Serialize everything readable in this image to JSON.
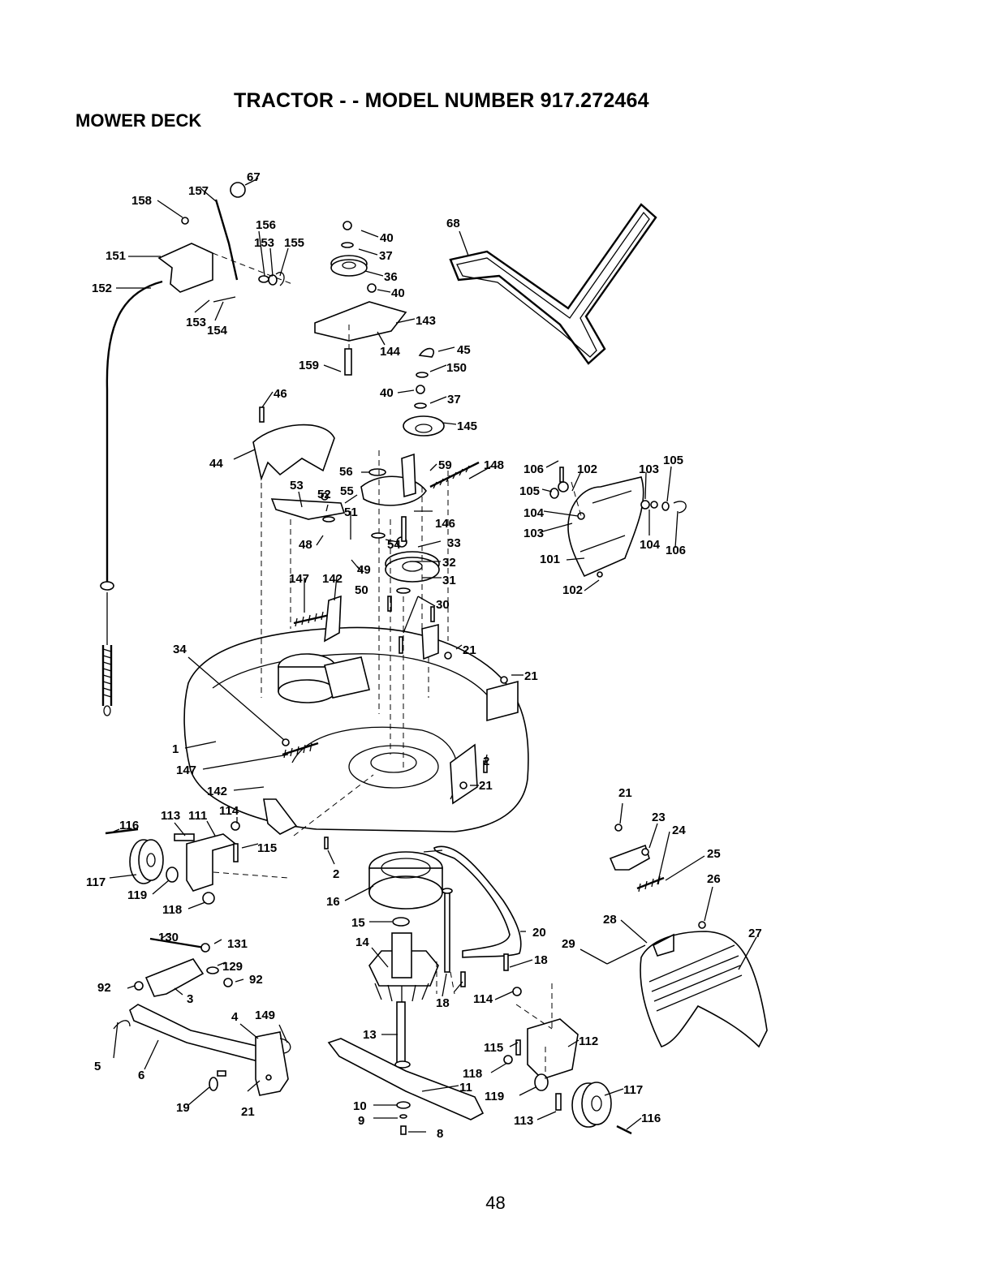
{
  "header": {
    "title": "TRACTOR - - MODEL NUMBER 917.272464",
    "section": "MOWER DECK"
  },
  "page_number": "48",
  "callouts": [
    {
      "id": "c67",
      "label": "67"
    },
    {
      "id": "c157",
      "label": "157"
    },
    {
      "id": "c158",
      "label": "158"
    },
    {
      "id": "c156",
      "label": "156"
    },
    {
      "id": "c151",
      "label": "151"
    },
    {
      "id": "c153a",
      "label": "153"
    },
    {
      "id": "c155",
      "label": "155"
    },
    {
      "id": "c152",
      "label": "152"
    },
    {
      "id": "c153b",
      "label": "153"
    },
    {
      "id": "c154",
      "label": "154"
    },
    {
      "id": "c40a",
      "label": "40"
    },
    {
      "id": "c37a",
      "label": "37"
    },
    {
      "id": "c36",
      "label": "36"
    },
    {
      "id": "c40b",
      "label": "40"
    },
    {
      "id": "c143",
      "label": "143"
    },
    {
      "id": "c144",
      "label": "144"
    },
    {
      "id": "c68",
      "label": "68"
    },
    {
      "id": "c45",
      "label": "45"
    },
    {
      "id": "c159",
      "label": "159"
    },
    {
      "id": "c150",
      "label": "150"
    },
    {
      "id": "c46",
      "label": "46"
    },
    {
      "id": "c40c",
      "label": "40"
    },
    {
      "id": "c37b",
      "label": "37"
    },
    {
      "id": "c145",
      "label": "145"
    },
    {
      "id": "c44",
      "label": "44"
    },
    {
      "id": "c56",
      "label": "56"
    },
    {
      "id": "c59",
      "label": "59"
    },
    {
      "id": "c148",
      "label": "148"
    },
    {
      "id": "c53",
      "label": "53"
    },
    {
      "id": "c52",
      "label": "52"
    },
    {
      "id": "c55",
      "label": "55"
    },
    {
      "id": "c51",
      "label": "51"
    },
    {
      "id": "c146",
      "label": "146"
    },
    {
      "id": "c48",
      "label": "48"
    },
    {
      "id": "c54",
      "label": "54"
    },
    {
      "id": "c33",
      "label": "33"
    },
    {
      "id": "c49",
      "label": "49"
    },
    {
      "id": "c32",
      "label": "32"
    },
    {
      "id": "c147a",
      "label": "147"
    },
    {
      "id": "c142a",
      "label": "142"
    },
    {
      "id": "c50",
      "label": "50"
    },
    {
      "id": "c31",
      "label": "31"
    },
    {
      "id": "c30",
      "label": "30"
    },
    {
      "id": "c34",
      "label": "34"
    },
    {
      "id": "c21a",
      "label": "21"
    },
    {
      "id": "c21b",
      "label": "21"
    },
    {
      "id": "c106a",
      "label": "106"
    },
    {
      "id": "c102a",
      "label": "102"
    },
    {
      "id": "c103a",
      "label": "103"
    },
    {
      "id": "c105a",
      "label": "105"
    },
    {
      "id": "c105b",
      "label": "105"
    },
    {
      "id": "c104a",
      "label": "104"
    },
    {
      "id": "c103b",
      "label": "103"
    },
    {
      "id": "c104b",
      "label": "104"
    },
    {
      "id": "c106b",
      "label": "106"
    },
    {
      "id": "c101",
      "label": "101"
    },
    {
      "id": "c102b",
      "label": "102"
    },
    {
      "id": "c1",
      "label": "1"
    },
    {
      "id": "c147b",
      "label": "147"
    },
    {
      "id": "c2a",
      "label": "2"
    },
    {
      "id": "c21c",
      "label": "21"
    },
    {
      "id": "c142b",
      "label": "142"
    },
    {
      "id": "c113a",
      "label": "113"
    },
    {
      "id": "c111",
      "label": "111"
    },
    {
      "id": "c114a",
      "label": "114"
    },
    {
      "id": "c116a",
      "label": "116"
    },
    {
      "id": "c115a",
      "label": "115"
    },
    {
      "id": "c2b",
      "label": "2"
    },
    {
      "id": "c117a",
      "label": "117"
    },
    {
      "id": "c119a",
      "label": "119"
    },
    {
      "id": "c118a",
      "label": "118"
    },
    {
      "id": "c16",
      "label": "16"
    },
    {
      "id": "c21d",
      "label": "21"
    },
    {
      "id": "c23",
      "label": "23"
    },
    {
      "id": "c24",
      "label": "24"
    },
    {
      "id": "c25",
      "label": "25"
    },
    {
      "id": "c26",
      "label": "26"
    },
    {
      "id": "c130",
      "label": "130"
    },
    {
      "id": "c131",
      "label": "131"
    },
    {
      "id": "c129",
      "label": "129"
    },
    {
      "id": "c92a",
      "label": "92"
    },
    {
      "id": "c92b",
      "label": "92"
    },
    {
      "id": "c3",
      "label": "3"
    },
    {
      "id": "c15",
      "label": "15"
    },
    {
      "id": "c14",
      "label": "14"
    },
    {
      "id": "c20",
      "label": "20"
    },
    {
      "id": "c28",
      "label": "28"
    },
    {
      "id": "c29",
      "label": "29"
    },
    {
      "id": "c27",
      "label": "27"
    },
    {
      "id": "c18a",
      "label": "18"
    },
    {
      "id": "c18b",
      "label": "18"
    },
    {
      "id": "c114b",
      "label": "114"
    },
    {
      "id": "c4",
      "label": "4"
    },
    {
      "id": "c149",
      "label": "149"
    },
    {
      "id": "c5",
      "label": "5"
    },
    {
      "id": "c6",
      "label": "6"
    },
    {
      "id": "c13",
      "label": "13"
    },
    {
      "id": "c115b",
      "label": "115"
    },
    {
      "id": "c112",
      "label": "112"
    },
    {
      "id": "c118b",
      "label": "118"
    },
    {
      "id": "c11",
      "label": "11"
    },
    {
      "id": "c117b",
      "label": "117"
    },
    {
      "id": "c119b",
      "label": "119"
    },
    {
      "id": "c19",
      "label": "19"
    },
    {
      "id": "c21e",
      "label": "21"
    },
    {
      "id": "c10",
      "label": "10"
    },
    {
      "id": "c9",
      "label": "9"
    },
    {
      "id": "c8",
      "label": "8"
    },
    {
      "id": "c113b",
      "label": "113"
    },
    {
      "id": "c116b",
      "label": "116"
    }
  ]
}
